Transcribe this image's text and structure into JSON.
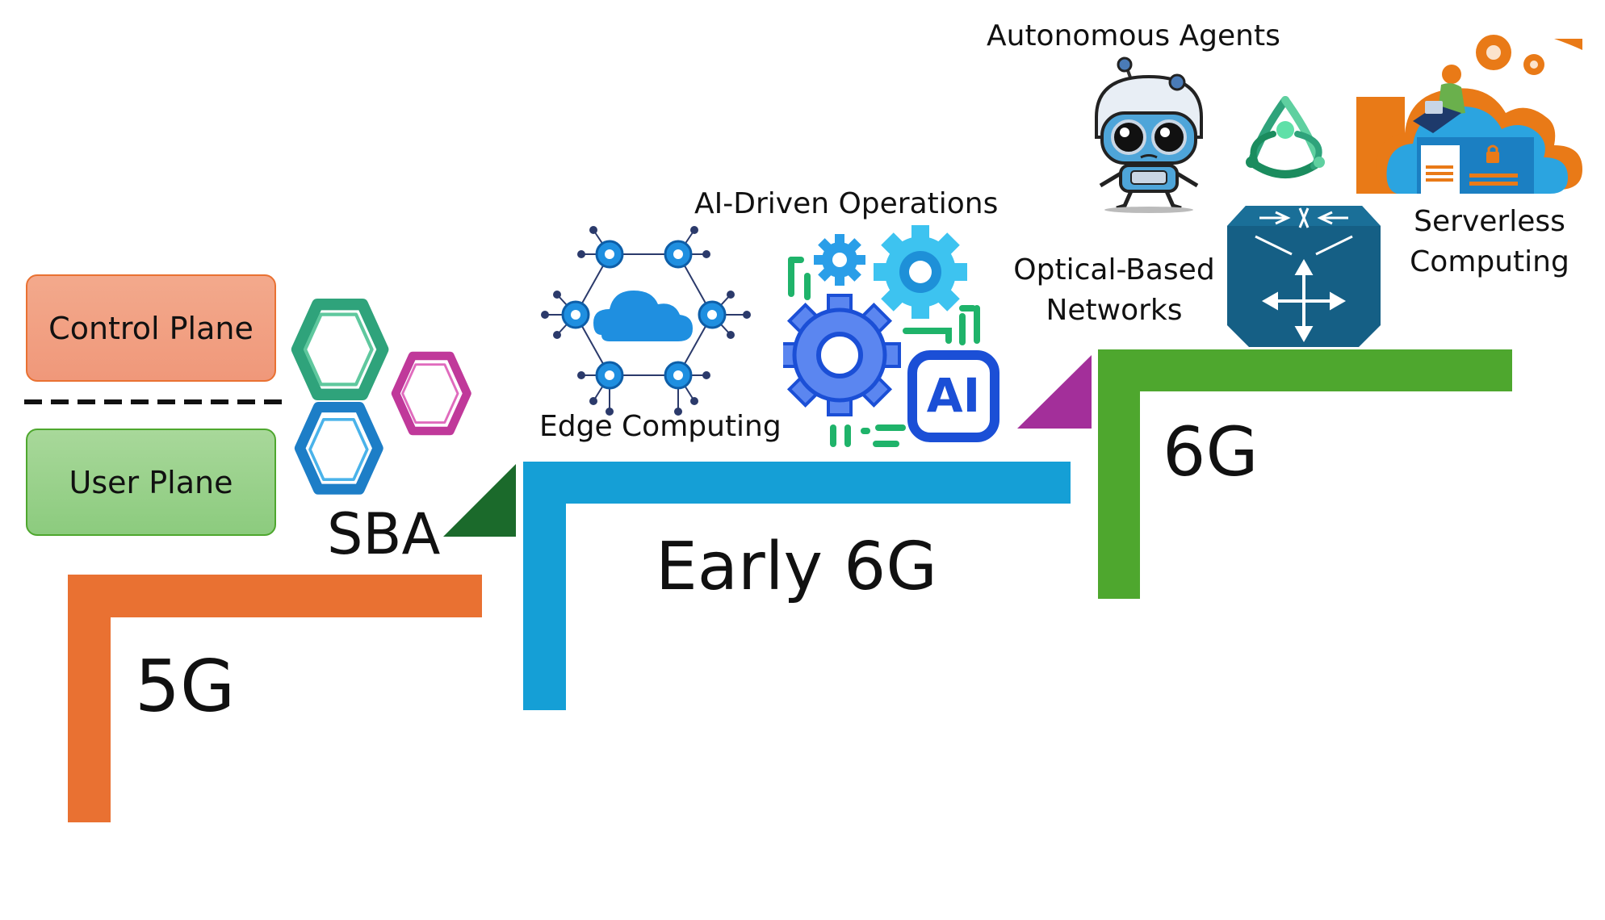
{
  "stages": {
    "s5g": {
      "label": "5G",
      "color": "#e97132"
    },
    "early6g": {
      "label": "Early 6G",
      "color": "#159fd6"
    },
    "s6g": {
      "label": "6G",
      "color": "#4ea72e"
    }
  },
  "planes": {
    "control": "Control Plane",
    "user": "User Plane"
  },
  "sba": "SBA",
  "features": {
    "edge": "Edge Computing",
    "ai_ops": "AI-Driven Operations",
    "optical_line1": "Optical-Based",
    "optical_line2": "Networks",
    "agents": "Autonomous Agents",
    "serverless_line1": "Serverless",
    "serverless_line2": "Computing"
  },
  "icons": {
    "sba": "hexagon-cluster-icon",
    "edge": "cloud-network-icon",
    "ai_ops": "ai-gears-icon",
    "optical": "optical-switch-icon",
    "agents": "robot-icon",
    "agents_secondary": "tri-node-icon",
    "serverless": "cloud-server-icon"
  }
}
